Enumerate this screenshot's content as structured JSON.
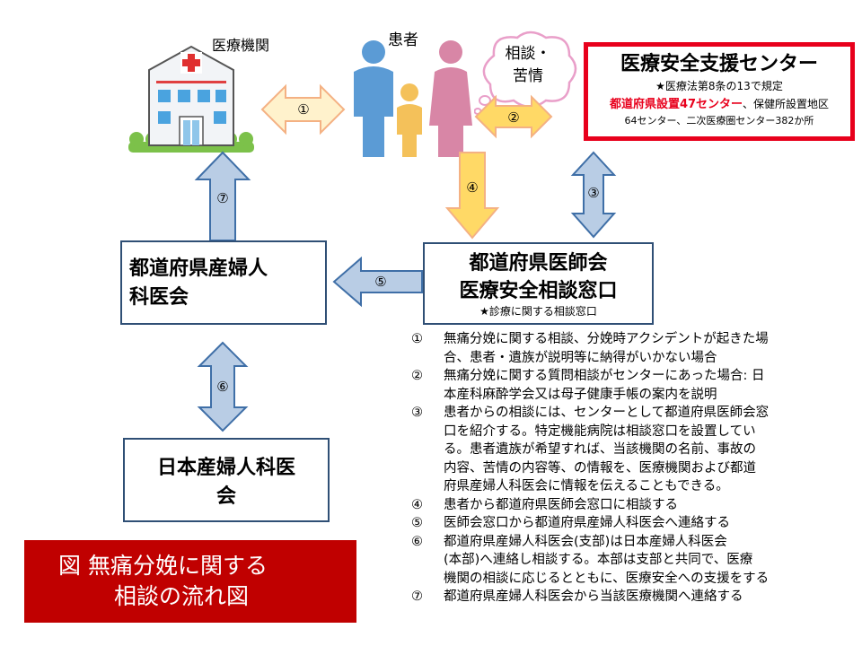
{
  "labels": {
    "medical_institution": "医療機関",
    "patient": "患者",
    "cloud_line1": "相談・",
    "cloud_line2": "苦情"
  },
  "support_center": {
    "title": "医療安全支援センター",
    "law_note": "★医療法第8条の13で規定",
    "prefectural_red": "都道府県設置47センター",
    "prefectural_rest": "、保健所設置地区",
    "counts": "64センター、二次医療圏センター382か所"
  },
  "boxes": {
    "pref_obgyn": {
      "line1": "都道府県産婦人",
      "line2": "科医会"
    },
    "pref_medical": {
      "line1": "都道府県医師会",
      "line2": "医療安全相談窓口",
      "note": "★診療に関する相談窓口"
    },
    "japan_obgyn": {
      "line1": "日本産婦人科医",
      "line2": "会"
    }
  },
  "arrows": [
    "①",
    "②",
    "③",
    "④",
    "⑤",
    "⑥",
    "⑦"
  ],
  "list": [
    {
      "num": "①",
      "lines": [
        "無痛分娩に関する相談、分娩時アクシデントが起きた場",
        "合、患者・遺族が説明等に納得がいかない場合"
      ]
    },
    {
      "num": "②",
      "lines": [
        "無痛分娩に関する質問相談がセンターにあった場合: 日",
        "本産科麻酔学会又は母子健康手帳の案内を説明"
      ]
    },
    {
      "num": "③",
      "lines": [
        "患者からの相談には、センターとして都道府県医師会窓",
        "口を紹介する。特定機能病院は相談窓口を設置してい",
        "る。患者遺族が希望すれば、当該機関の名前、事故の",
        "内容、苦情の内容等、の情報を、医療機関および都道",
        "府県産婦人科医会に情報を伝えることもできる。"
      ]
    },
    {
      "num": "④",
      "lines": [
        "患者から都道府県医師会窓口に相談する"
      ]
    },
    {
      "num": "⑤",
      "lines": [
        "医師会窓口から都道府県産婦人科医会へ連絡する"
      ]
    },
    {
      "num": "⑥",
      "lines": [
        "都道府県産婦人科医会(支部)は日本産婦人科医会",
        "(本部)へ連絡し相談する。本部は支部と共同で、医療",
        "機関の相談に応じるとともに、医療安全への支援をする"
      ]
    },
    {
      "num": "⑦",
      "lines": [
        "都道府県産婦人科医会から当該医療機関へ連絡する"
      ]
    }
  ],
  "caption": {
    "line1": "図 無痛分娩に関する",
    "line2": "相談の流れ図"
  },
  "colors": {
    "red": "#e8001c",
    "caption_bg": "#c00000",
    "blue_arrow": "#b9cde5",
    "yellow_arrow": "#ffd966"
  }
}
